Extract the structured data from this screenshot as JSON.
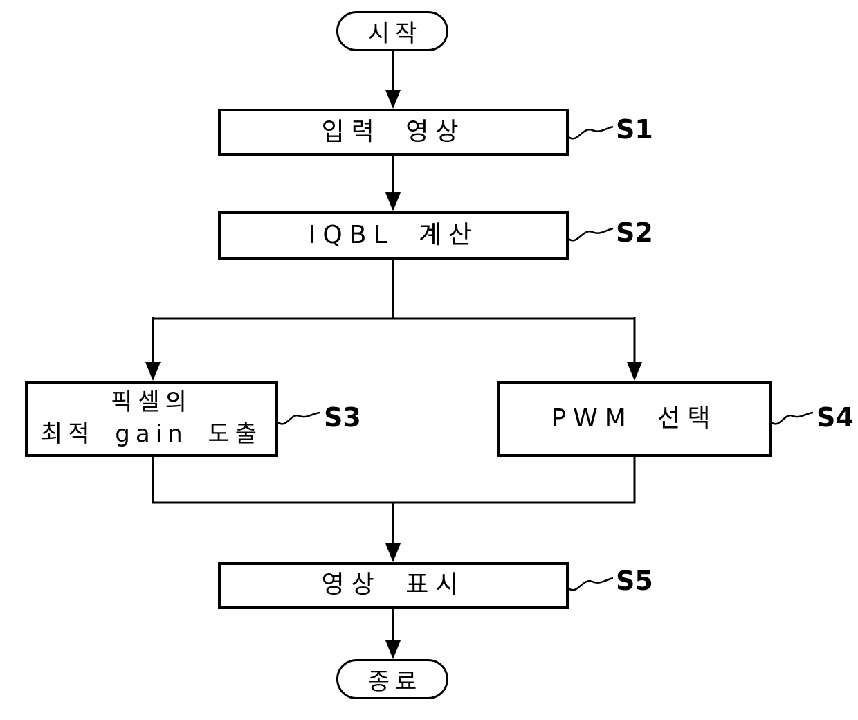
{
  "figure": {
    "type": "flowchart",
    "colors": {
      "line": "#000000",
      "background": "#ffffff",
      "text": "#000000"
    }
  },
  "terminals": {
    "start": "시작",
    "end": "종료"
  },
  "steps": {
    "s1": {
      "label": "입력 영상",
      "ref": "S1"
    },
    "s2": {
      "label": "IQBL 계산",
      "ref": "S2"
    },
    "s3": {
      "line1": "픽셀의",
      "line2": "최적 gain 도출",
      "ref": "S3"
    },
    "s4": {
      "label": "PWM 선택",
      "ref": "S4"
    },
    "s5": {
      "label": "영상 표시",
      "ref": "S5"
    }
  },
  "flow": {
    "edges": [
      "start -> s1",
      "s1 -> s2",
      "s2 -> s3",
      "s2 -> s4",
      "s3 -> s5",
      "s4 -> s5",
      "s5 -> end"
    ]
  }
}
